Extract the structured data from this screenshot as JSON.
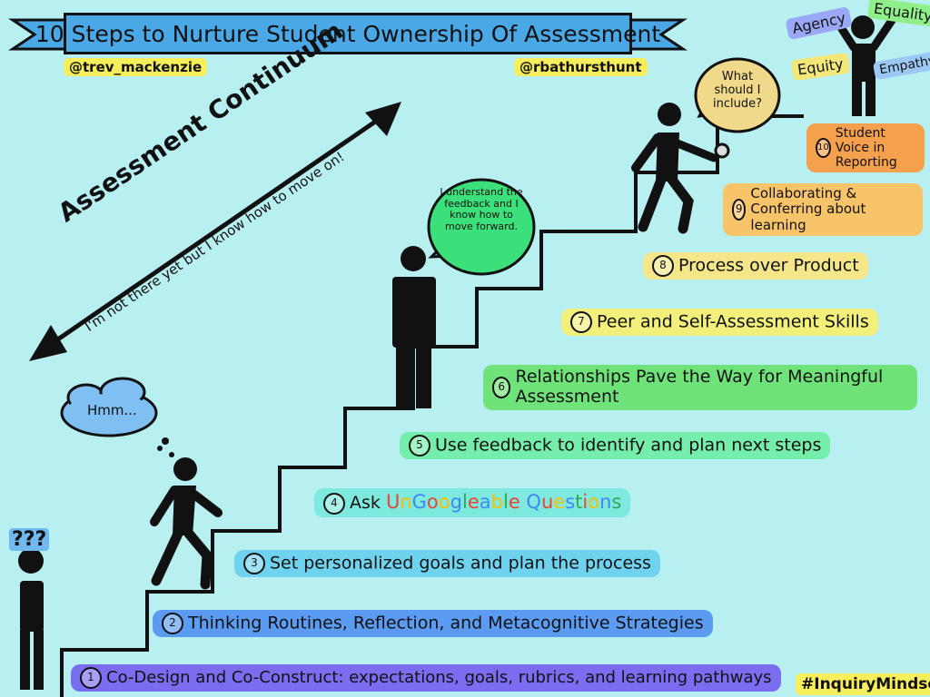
{
  "title": "10 Steps to Nurture Student Ownership Of Assessment",
  "handles": {
    "left": "@trev_mackenzie",
    "right": "@rbathursthunt"
  },
  "continuum": {
    "title": "Assessment Continuum",
    "subtitle": "I'm not there yet but I know how to move on!"
  },
  "bubbles": {
    "hmm": "Hmm...",
    "understand": "I understand the feedback and I know how to move forward.",
    "include": "What should I include?",
    "question": "???"
  },
  "steps": [
    {
      "n": "1",
      "text": "Co-Design and Co-Construct: expectations, goals, rubrics, and learning pathways",
      "color": "#7a6df0"
    },
    {
      "n": "2",
      "text": "Thinking Routines, Reflection, and Metacognitive Strategies",
      "color": "#5b9cf2"
    },
    {
      "n": "3",
      "text": "Set personalized goals and plan the process",
      "color": "#6fd2ee"
    },
    {
      "n": "4",
      "text": "Ask ",
      "color": "#7eeadf"
    },
    {
      "n": "5",
      "text": "Use feedback to identify and plan next steps",
      "color": "#74eeaa"
    },
    {
      "n": "6",
      "text": "Relationships Pave the Way for Meaningful Assessment",
      "color": "#6fe37a"
    },
    {
      "n": "7",
      "text": "Peer and Self-Assessment Skills",
      "color": "#f2f07a"
    },
    {
      "n": "8",
      "text": "Process over Product",
      "color": "#f6e68a"
    },
    {
      "n": "9",
      "text": "Collaborating & Conferring about learning",
      "color": "#f8c46a"
    },
    {
      "n": "10",
      "text": "Student Voice in Reporting",
      "color": "#f5a04c"
    }
  ],
  "ungoogleable": [
    "U",
    "n",
    "G",
    "o",
    "o",
    "g",
    "l",
    "e",
    "a",
    "b",
    "l",
    "e",
    " ",
    "Q",
    "u",
    "e",
    "s",
    "t",
    "i",
    "o",
    "n",
    "s"
  ],
  "ungoogleable_colors": [
    "#ea4335",
    "#fbbc05",
    "#4285f4",
    "#ea4335",
    "#fbbc05",
    "#4285f4",
    "#34a853",
    "#ea4335",
    "#4285f4",
    "#fbbc05",
    "#34a853",
    "#ea4335",
    "#ffffff",
    "#4285f4",
    "#ea4335",
    "#fbbc05",
    "#4285f4",
    "#34a853",
    "#ea4335",
    "#fbbc05",
    "#4285f4",
    "#34a853"
  ],
  "values": [
    {
      "text": "Agency",
      "color": "#9aa8f5"
    },
    {
      "text": "Equality",
      "color": "#8ff08a"
    },
    {
      "text": "Equity",
      "color": "#f4e77a"
    },
    {
      "text": "Empathy",
      "color": "#9cc8f5"
    }
  ],
  "hashtag": "#InquiryMindset"
}
